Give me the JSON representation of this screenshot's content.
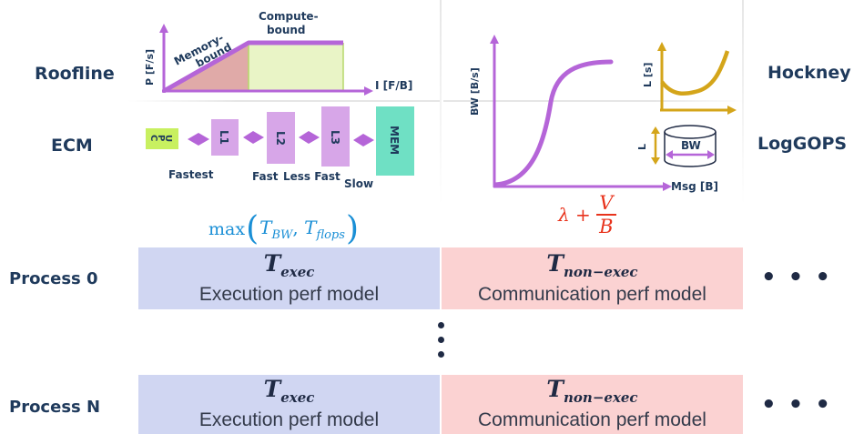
{
  "models": {
    "roofline": "Roofline",
    "ecm": "ECM",
    "hockney": "Hockney",
    "loggops": "LogGOPS"
  },
  "roofline_plot": {
    "y_axis": "P [F/s]",
    "x_axis": "I [F/B]",
    "memory_bound": [
      "Memory-",
      "bound"
    ],
    "compute_bound": [
      "Compute-",
      "bound"
    ]
  },
  "ecm_plot": {
    "cpu": [
      "C",
      "P",
      "U"
    ],
    "caches": [
      "L1",
      "L2",
      "L3"
    ],
    "mem": "MEM",
    "speeds": [
      "Fastest",
      "Fast",
      "Less Fast",
      "Slow"
    ]
  },
  "bw_plot": {
    "y_axis": "BW [B/s]",
    "x_axis": "Msg [B]",
    "hockney_axis": "L [s]",
    "loggops_l": "L",
    "loggops_bw": "BW"
  },
  "formulas": {
    "exec_max": "max",
    "t_bw_base": "T",
    "t_bw_sub": "BW",
    "t_flops_base": "T",
    "t_flops_sub": "flops",
    "comm_lambda": "λ +",
    "comm_num": "V",
    "comm_den": "B"
  },
  "processes": [
    {
      "label": "Process 0",
      "exec_base": "T",
      "exec_sub": "exec",
      "exec_text": "Execution perf model",
      "comm_base": "T",
      "comm_sub": "non−exec",
      "comm_text": "Communication perf model",
      "more": "• • •"
    },
    {
      "label": "Process N",
      "exec_base": "T",
      "exec_sub": "exec",
      "exec_text": "Execution perf model",
      "comm_base": "T",
      "comm_sub": "non−exec",
      "comm_text": "Communication perf model",
      "more": "• • •"
    }
  ],
  "vertical_ellipsis": "⋮",
  "colors": {
    "exec_box": "#d0d6f2",
    "comm_box": "#fbd2d2",
    "purple": "#b565d8",
    "lime": "#e9f4c6",
    "rose": "#e0aaa8",
    "gold": "#d4a51a",
    "teal": "#6fe0c4",
    "formula_blue": "#1a8fd6",
    "formula_red": "#e8331c"
  }
}
